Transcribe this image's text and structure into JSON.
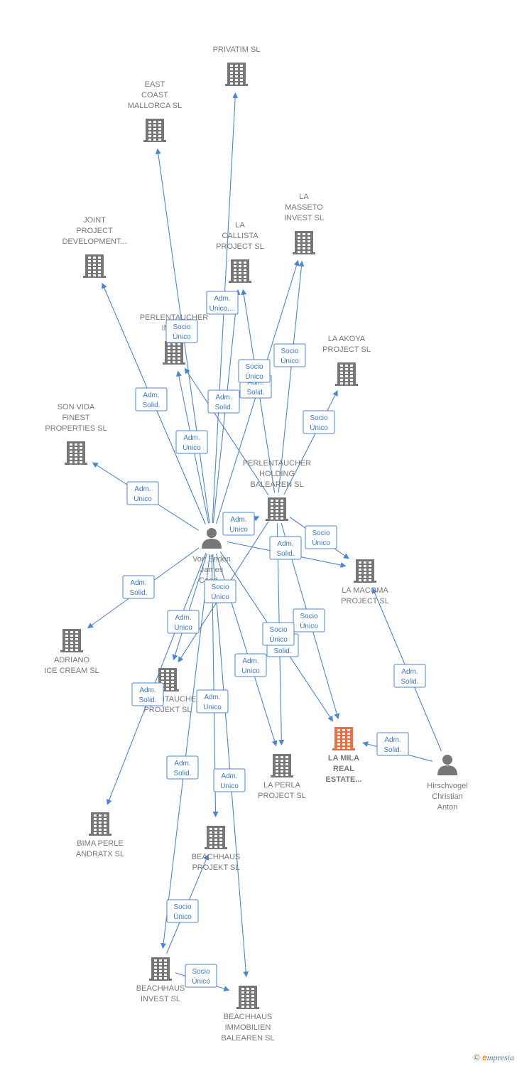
{
  "colors": {
    "edge": "#4a86d4",
    "node": "#777777",
    "focus": "#f26b3a",
    "label_text": "#3b78c9"
  },
  "nodes": [
    {
      "id": "privatim",
      "type": "company",
      "label": [
        "PRIVATIM SL"
      ]
    },
    {
      "id": "eastcoast",
      "type": "company",
      "label": [
        "EAST",
        "COAST",
        "MALLORCA  SL"
      ]
    },
    {
      "id": "lamasseto",
      "type": "company",
      "label": [
        "LA",
        "MASSETO",
        "INVEST  SL"
      ]
    },
    {
      "id": "lacallista",
      "type": "company",
      "label": [
        "LA",
        "CALLISTA",
        "PROJECT  SL"
      ]
    },
    {
      "id": "joint",
      "type": "company",
      "label": [
        "JOINT",
        "PROJECT",
        "DEVELOPMENT..."
      ]
    },
    {
      "id": "perlinv",
      "type": "company",
      "label": [
        "PERLENTAUCHER",
        "INVE..."
      ]
    },
    {
      "id": "laakoya",
      "type": "company",
      "label": [
        "LA AKOYA",
        "PROJECT  SL"
      ]
    },
    {
      "id": "sonvida",
      "type": "company",
      "label": [
        "SON VIDA",
        "FINEST",
        "PROPERTIES SL"
      ]
    },
    {
      "id": "perlhold",
      "type": "company",
      "label": [
        "PERLENTAUCHER",
        "HOLDING",
        "BALEAREN  SL"
      ]
    },
    {
      "id": "vonenden",
      "type": "person",
      "label": [
        "Von Enden",
        "James",
        "Coed..."
      ]
    },
    {
      "id": "lamacoma",
      "type": "company",
      "label": [
        "LA MACOMA",
        "PROJECT  SL"
      ]
    },
    {
      "id": "adriano",
      "type": "company",
      "label": [
        "ADRIANO",
        "ICE CREAM SL"
      ]
    },
    {
      "id": "perlproj",
      "type": "company",
      "label": [
        "PERLENTAUCHER",
        "PROJEKT  SL"
      ]
    },
    {
      "id": "lamila",
      "type": "company",
      "focus": true,
      "label": [
        "LA MILA",
        "REAL",
        "ESTATE..."
      ]
    },
    {
      "id": "laperla",
      "type": "company",
      "label": [
        "LA PERLA",
        "PROJECT  SL"
      ]
    },
    {
      "id": "hirsch",
      "type": "person",
      "label": [
        "Hirschvogel",
        "Christian",
        "Anton"
      ]
    },
    {
      "id": "bima",
      "type": "company",
      "label": [
        "BIMA PERLE",
        "ANDRATX  SL"
      ]
    },
    {
      "id": "beachproj",
      "type": "company",
      "label": [
        "BEACHHAUS",
        "PROJEKT  SL"
      ]
    },
    {
      "id": "beachinv",
      "type": "company",
      "label": [
        "BEACHHAUS",
        "INVEST  SL"
      ]
    },
    {
      "id": "beachimm",
      "type": "company",
      "label": [
        "BEACHHAUS",
        "IMMOBILIEN",
        "BALEAREN  SL"
      ]
    }
  ],
  "edges": [
    {
      "from": "vonenden",
      "to": "privatim",
      "label": [
        "Adm.",
        "Unico,..."
      ]
    },
    {
      "from": "vonenden",
      "to": "eastcoast",
      "label": [
        "Adm.",
        "Solid."
      ]
    },
    {
      "from": "vonenden",
      "to": "joint",
      "label": [
        "Adm.",
        "Solid."
      ]
    },
    {
      "from": "vonenden",
      "to": "perlinv",
      "label": [
        "Adm.",
        "Unico"
      ]
    },
    {
      "from": "vonenden",
      "to": "lacallista",
      "label": [
        "Adm.",
        "Solid."
      ]
    },
    {
      "from": "vonenden",
      "to": "lamasseto",
      "label": [
        "Socio",
        "Único"
      ]
    },
    {
      "from": "vonenden",
      "to": "sonvida",
      "label": [
        "Adm.",
        "Unico"
      ]
    },
    {
      "from": "vonenden",
      "to": "perlhold",
      "label": [
        "Adm.",
        "Unico"
      ]
    },
    {
      "from": "vonenden",
      "to": "lamacoma",
      "label": [
        "Adm.",
        "Solid."
      ]
    },
    {
      "from": "vonenden",
      "to": "adriano",
      "label": [
        "Adm.",
        "Solid."
      ]
    },
    {
      "from": "vonenden",
      "to": "perlproj",
      "label": [
        "Adm.",
        "Unico"
      ]
    },
    {
      "from": "vonenden",
      "to": "lamila",
      "label": [
        "Adm.",
        "Solid."
      ]
    },
    {
      "from": "vonenden",
      "to": "laperla",
      "label": [
        "Adm.",
        "Unico"
      ]
    },
    {
      "from": "vonenden",
      "to": "bima",
      "label": [
        "Adm.",
        "Solid."
      ]
    },
    {
      "from": "vonenden",
      "to": "beachproj",
      "label": [
        "Adm.",
        "Unico"
      ]
    },
    {
      "from": "vonenden",
      "to": "beachinv",
      "label": [
        "Adm.",
        "Solid."
      ]
    },
    {
      "from": "vonenden",
      "to": "beachimm",
      "label": [
        "Adm.",
        "Unico"
      ]
    },
    {
      "from": "perlhold",
      "to": "perlinv",
      "label": [
        "Socio",
        "Único"
      ]
    },
    {
      "from": "perlhold",
      "to": "lacallista",
      "label": [
        "Adm.",
        "Solid."
      ]
    },
    {
      "from": "perlhold",
      "to": "lamasseto",
      "label": [
        "Socio",
        "Único"
      ]
    },
    {
      "from": "perlhold",
      "to": "laakoya",
      "label": [
        "Socio",
        "Único"
      ]
    },
    {
      "from": "perlhold",
      "to": "lamacoma",
      "label": [
        "Socio",
        "Único"
      ]
    },
    {
      "from": "perlhold",
      "to": "perlproj",
      "label": [
        "Socio",
        "Único"
      ]
    },
    {
      "from": "perlhold",
      "to": "lamila",
      "label": [
        "Socio",
        "Único"
      ]
    },
    {
      "from": "perlhold",
      "to": "laperla",
      "label": [
        "Socio",
        "Único"
      ]
    },
    {
      "from": "hirsch",
      "to": "lamacoma",
      "label": [
        "Adm.",
        "Solid."
      ]
    },
    {
      "from": "hirsch",
      "to": "lamila",
      "label": [
        "Adm.",
        "Solid."
      ]
    },
    {
      "from": "beachinv",
      "to": "beachproj",
      "label": [
        "Socio",
        "Único"
      ]
    },
    {
      "from": "beachinv",
      "to": "beachimm",
      "label": [
        "Socio",
        "Único"
      ]
    }
  ],
  "brand": {
    "symbol": "©",
    "initial": "e",
    "rest": "mpresia"
  }
}
